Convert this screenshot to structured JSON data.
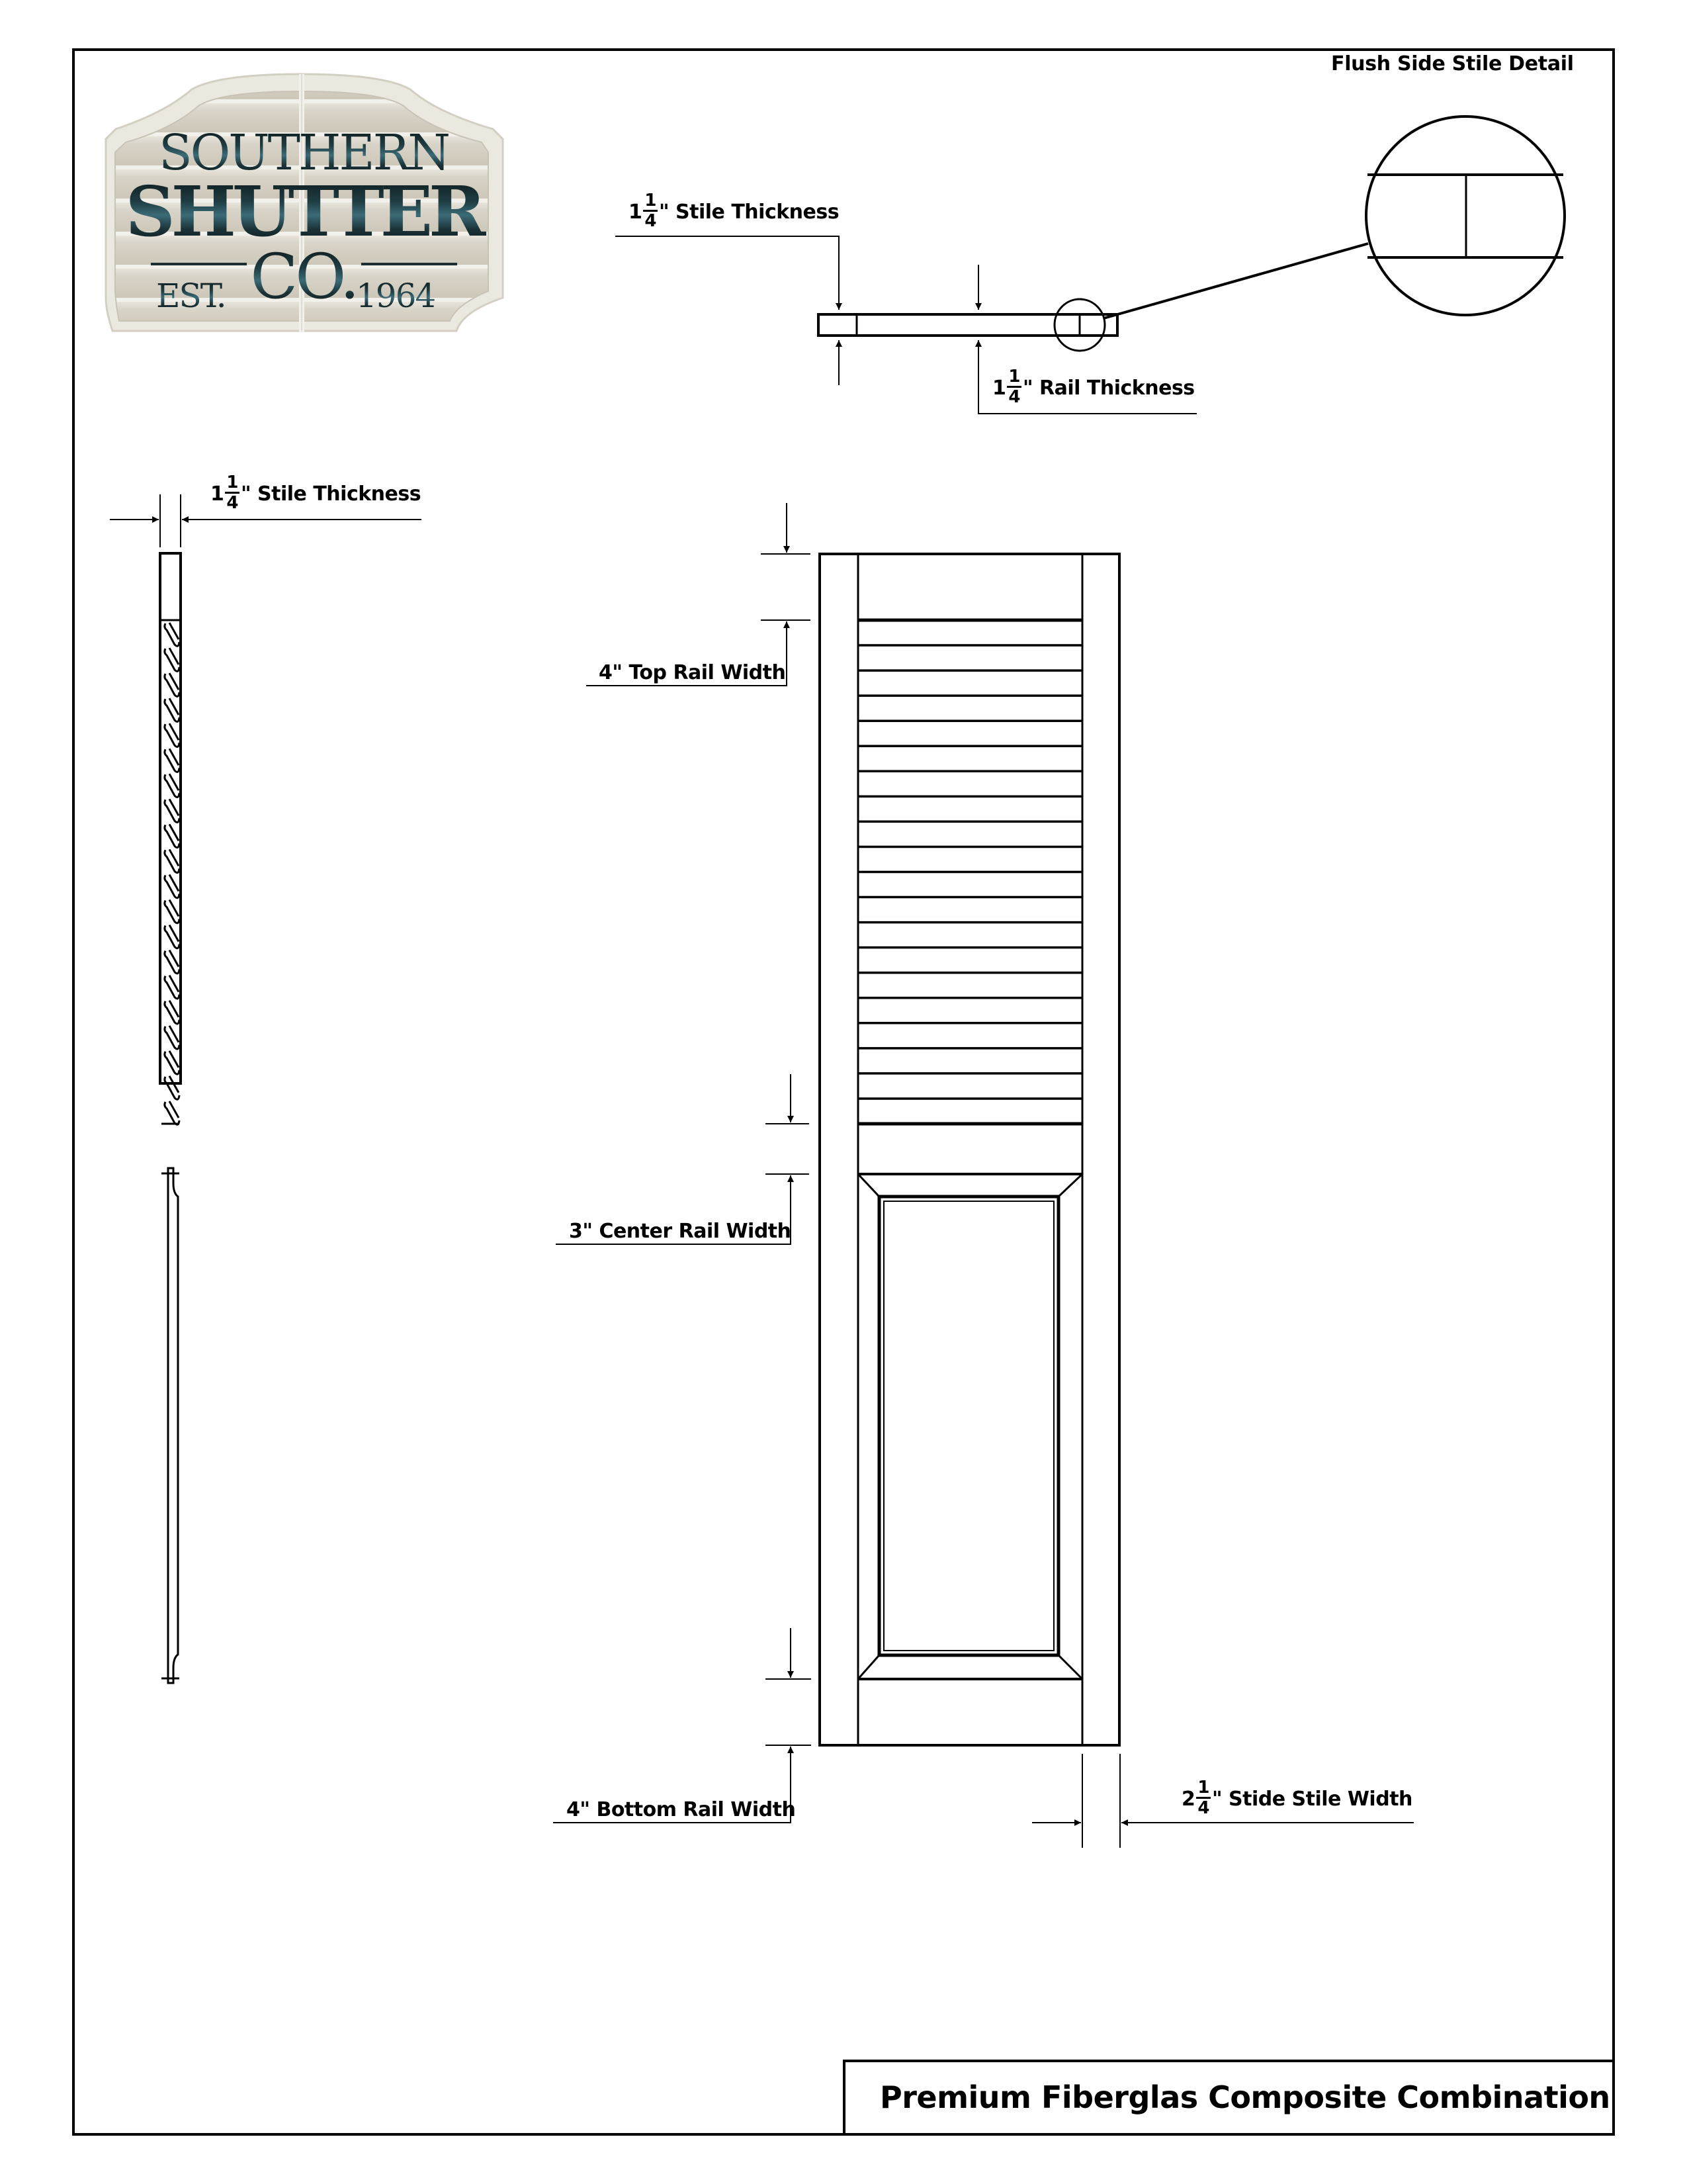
{
  "logo": {
    "line1": "SOUTHERN",
    "line2": "SHUTTER",
    "line3": "CO.",
    "est": "EST.",
    "year": "1964",
    "colors": {
      "text_dark": "#0d1a1b",
      "text_teal": "#3b6b77",
      "panel": "#d8d3c6",
      "slat_light": "#ece9e1",
      "frame": "#e9e6dd"
    }
  },
  "detail": {
    "title": "Flush Side Stile Detail"
  },
  "top_view": {
    "stile_thickness": {
      "whole": "1",
      "num": "1",
      "den": "4",
      "text": "\" Stile Thickness"
    },
    "rail_thickness": {
      "whole": "1",
      "num": "1",
      "den": "4",
      "text": "\" Rail Thickness"
    }
  },
  "side_view": {
    "stile_thickness": {
      "whole": "1",
      "num": "1",
      "den": "4",
      "text": "\" Stile Thickness"
    },
    "louver_count": 20
  },
  "front_view": {
    "top_rail": "4\" Top Rail Width",
    "center_rail": "3\" Center Rail Width",
    "bottom_rail": "4\" Bottom Rail Width",
    "stile_width": {
      "whole": "2",
      "num": "1",
      "den": "4",
      "text": "\" Stide Stile Width"
    },
    "louver_count": 20
  },
  "title_block": {
    "title": "Premium Fiberglas Composite Combination"
  },
  "colors": {
    "line": "#000000",
    "paper": "#ffffff"
  }
}
